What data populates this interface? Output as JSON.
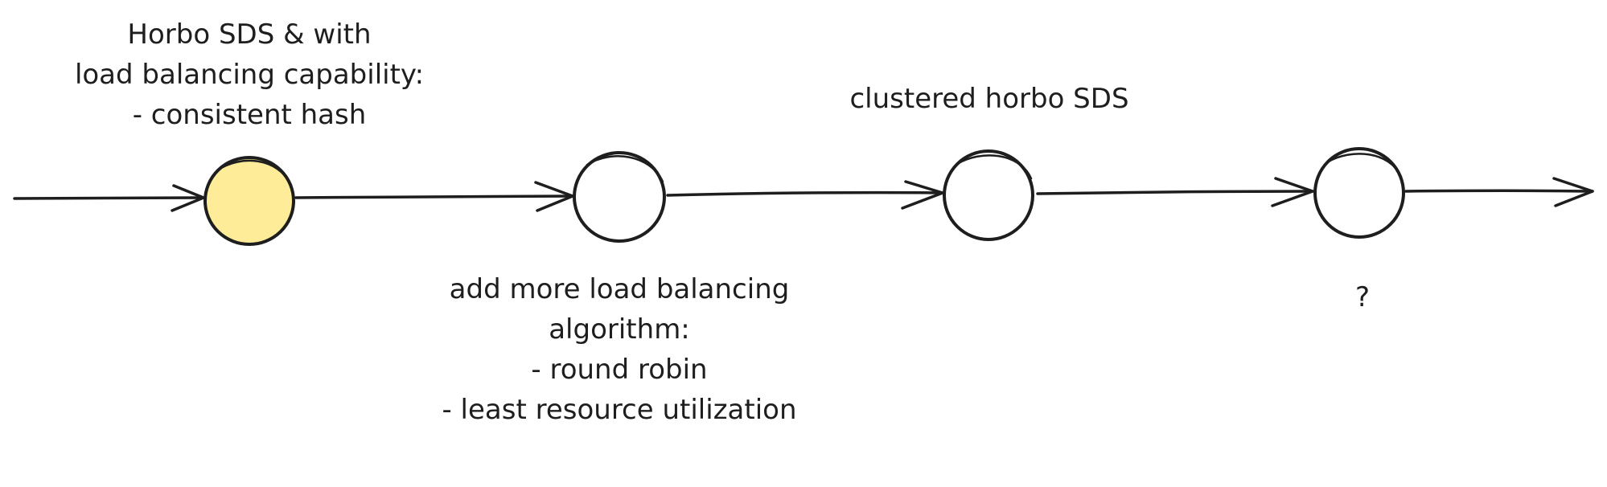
{
  "diagram": {
    "nodes": [
      {
        "id": "stage-1",
        "fill": "#ffec99",
        "label_position": "above",
        "label_lines": [
          "Horbo SDS & with",
          "load balancing capability:",
          "- consistent hash"
        ]
      },
      {
        "id": "stage-2",
        "fill": "#ffffff",
        "label_position": "below",
        "label_lines": [
          "add more load balancing",
          "algorithm:",
          "- round robin",
          "- least resource utilization"
        ]
      },
      {
        "id": "stage-3",
        "fill": "#ffffff",
        "label_position": "above",
        "label_lines": [
          "clustered horbo SDS"
        ]
      },
      {
        "id": "stage-4",
        "fill": "#ffffff",
        "label_position": "below",
        "label_lines": [
          "?"
        ]
      }
    ],
    "stroke_color": "#1e1e1e",
    "highlight_color": "#ffec99"
  }
}
